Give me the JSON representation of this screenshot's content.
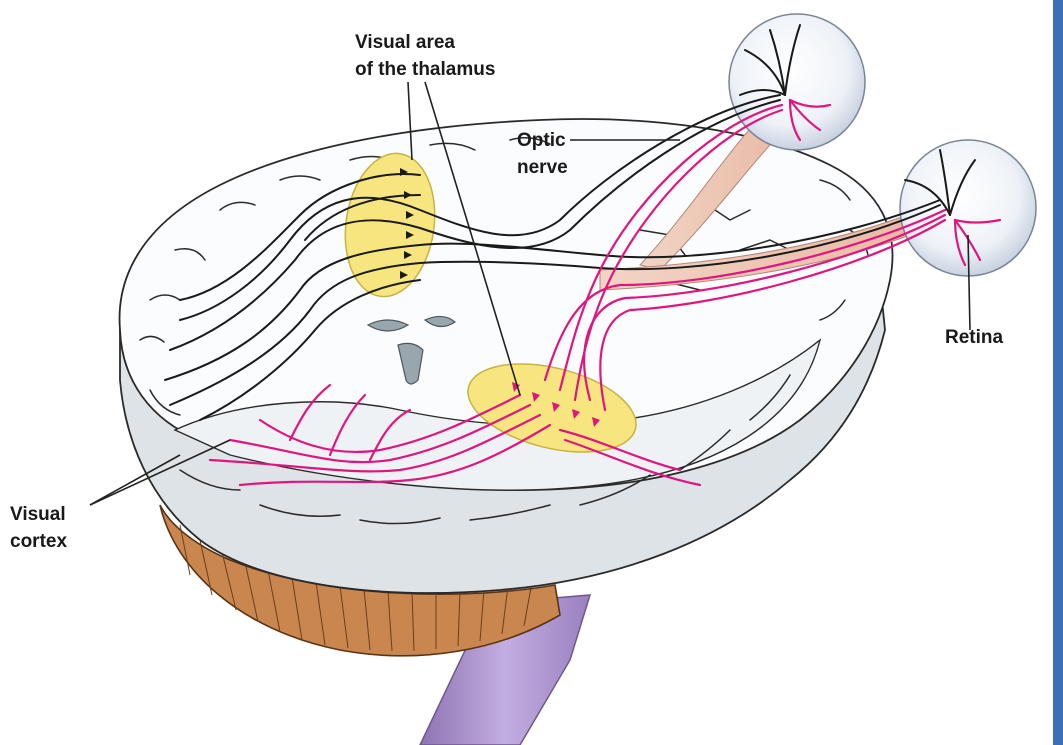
{
  "labels": {
    "thalamus_line1": "Visual area",
    "thalamus_line2": "of the thalamus",
    "optic_line1": "Optic",
    "optic_line2": "nerve",
    "retina": "Retina",
    "cortex_line1": "Visual",
    "cortex_line2": "cortex"
  },
  "colors": {
    "background": "#ffffff",
    "brain_surface": "#fbfcfd",
    "brain_shadow": "#dde3e7",
    "cerebellum": "#c9874f",
    "brainstem": "#b39ad0",
    "thalamus_nuclei": "#f7e680",
    "pathway_black": "#1a1a1a",
    "pathway_magenta": "#e0157f",
    "eyeball": "#eef2f8",
    "right_edge": "#3b6fb6"
  }
}
